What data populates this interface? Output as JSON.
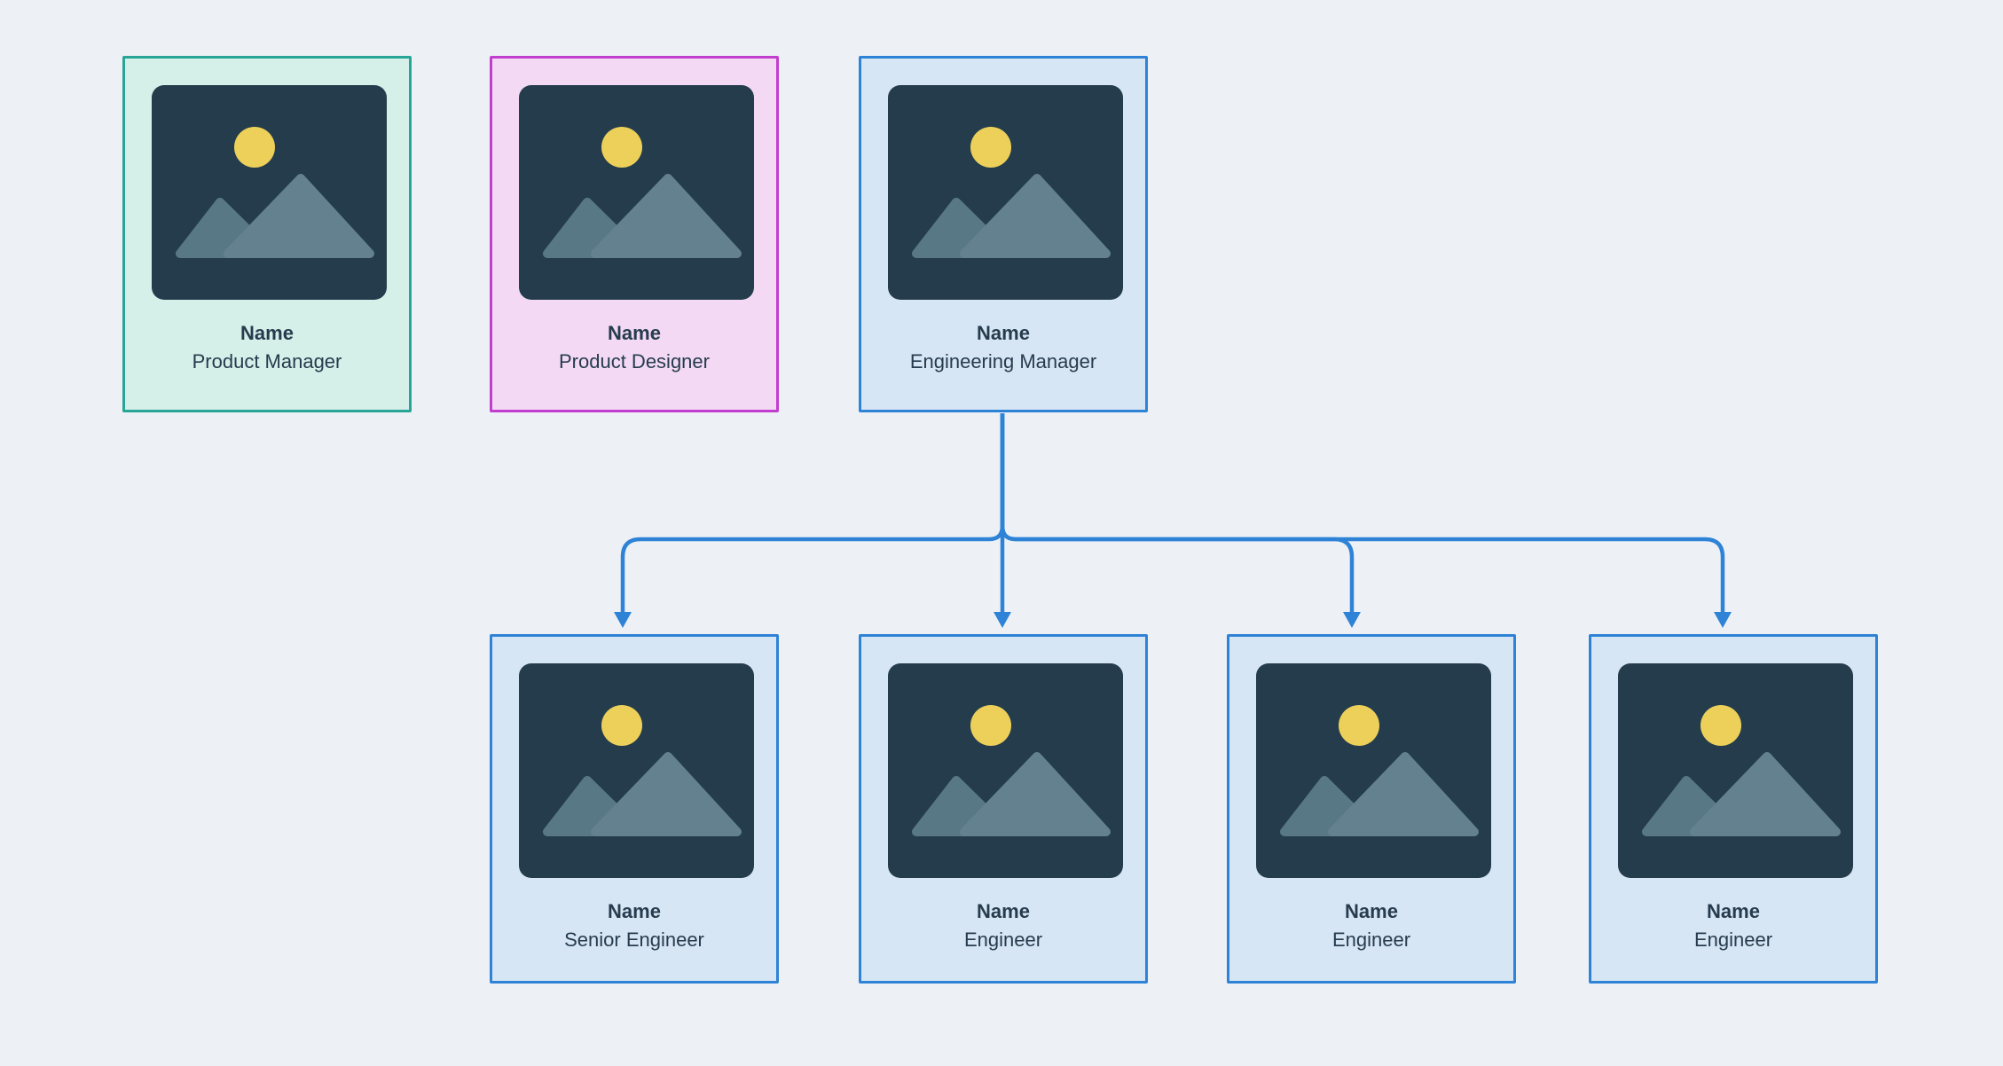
{
  "diagram": {
    "type": "org-chart",
    "background": "#edf1f6",
    "text_color": "#263c4e",
    "connector": {
      "color": "#2f83d6",
      "style": "rounded-elbow-down-arrows"
    },
    "themes": {
      "teal": {
        "bg": "#d5efe9",
        "border": "#28a596"
      },
      "pink": {
        "bg": "#f3d9f4",
        "border": "#c13ecf"
      },
      "blue": {
        "bg": "#d7e6f5",
        "border": "#2f83d6"
      }
    },
    "icon": {
      "name": "image-placeholder-icon",
      "frame": "#243c4b",
      "sun": "#edd05a",
      "mountain_left": "#597886",
      "mountain_right": "#64818f"
    },
    "cards": [
      {
        "name": "Name",
        "role": "Product Manager",
        "theme": "teal"
      },
      {
        "name": "Name",
        "role": "Product Designer",
        "theme": "pink"
      },
      {
        "name": "Name",
        "role": "Engineering Manager",
        "theme": "blue"
      },
      {
        "name": "Name",
        "role": "Senior Engineer",
        "theme": "blue"
      },
      {
        "name": "Name",
        "role": "Engineer",
        "theme": "blue"
      },
      {
        "name": "Name",
        "role": "Engineer",
        "theme": "blue"
      },
      {
        "name": "Name",
        "role": "Engineer",
        "theme": "blue"
      }
    ],
    "edges": [
      {
        "from": "Engineering Manager",
        "to": "Senior Engineer"
      },
      {
        "from": "Engineering Manager",
        "to": "Engineer"
      },
      {
        "from": "Engineering Manager",
        "to": "Engineer"
      },
      {
        "from": "Engineering Manager",
        "to": "Engineer"
      }
    ]
  }
}
